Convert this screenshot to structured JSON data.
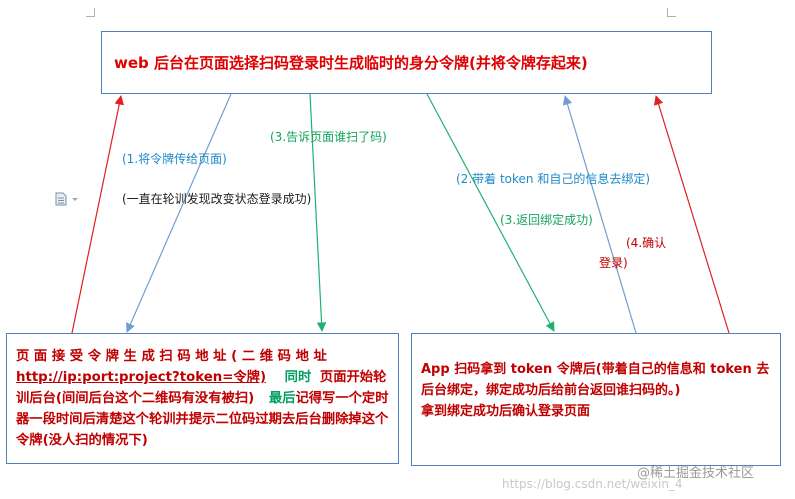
{
  "top_box": {
    "text": "web 后台在页面选择扫码登录时生成临时的身分令牌(并将令牌存起来)"
  },
  "left_box": {
    "seg1": "页 面 接 受 令 牌 生 成 扫 码 地 址 ( 二 维 码 地 址",
    "url": "http://ip:port:project?token=令牌)",
    "seg_same_time": "同时",
    "seg2": "页面开始轮训后台(间间后台这个二维码有没有被扫)",
    "seg_finally": "最后",
    "seg3": "记得写一个定时器一段时间后清楚这个轮训并提示二位码过期去后台删除掉这个令牌(没人扫的情况下)"
  },
  "right_box": {
    "line1": "App 扫码拿到 token 令牌后(带着自己的信息和 token 去后台绑定，绑定成功后给前台返回谁扫码的。)",
    "line2": "拿到绑定成功后确认登录页面"
  },
  "labels": {
    "step1": "(1.将令牌传给页面)",
    "polling": "(一直在轮训发现改变状态登录成功)",
    "step3_tell": "(3.告诉页面谁扫了码)",
    "step2": "(2.带着 token 和自己的信息去绑定)",
    "step3_return": "(3.返回绑定成功)",
    "step4_line1": "(4.确认",
    "step4_line2": "登录)"
  },
  "watermark": {
    "url": "https://blog.csdn.net/weixin_4",
    "site": "@稀土掘金技术社区"
  },
  "colors": {
    "box_border": "#4f81bd",
    "red": "#c00000",
    "blue_arrow": "#6f9fd0",
    "green_arrow": "#20b070",
    "red_arrow": "#e02020"
  }
}
